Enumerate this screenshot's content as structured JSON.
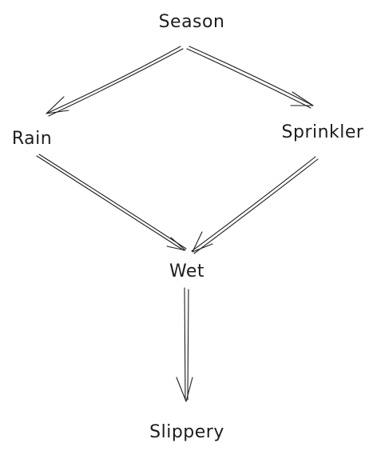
{
  "diagram": {
    "nodes": [
      {
        "id": "season",
        "label": "Season"
      },
      {
        "id": "rain",
        "label": "Rain"
      },
      {
        "id": "sprinkler",
        "label": "Sprinkler"
      },
      {
        "id": "wet",
        "label": "Wet"
      },
      {
        "id": "slippery",
        "label": "Slippery"
      }
    ],
    "edges": [
      {
        "from": "season",
        "to": "rain"
      },
      {
        "from": "season",
        "to": "sprinkler"
      },
      {
        "from": "rain",
        "to": "wet"
      },
      {
        "from": "sprinkler",
        "to": "wet"
      },
      {
        "from": "wet",
        "to": "slippery"
      }
    ],
    "colors": {
      "ink": "#1e1e1e",
      "background": "#ffffff"
    }
  }
}
